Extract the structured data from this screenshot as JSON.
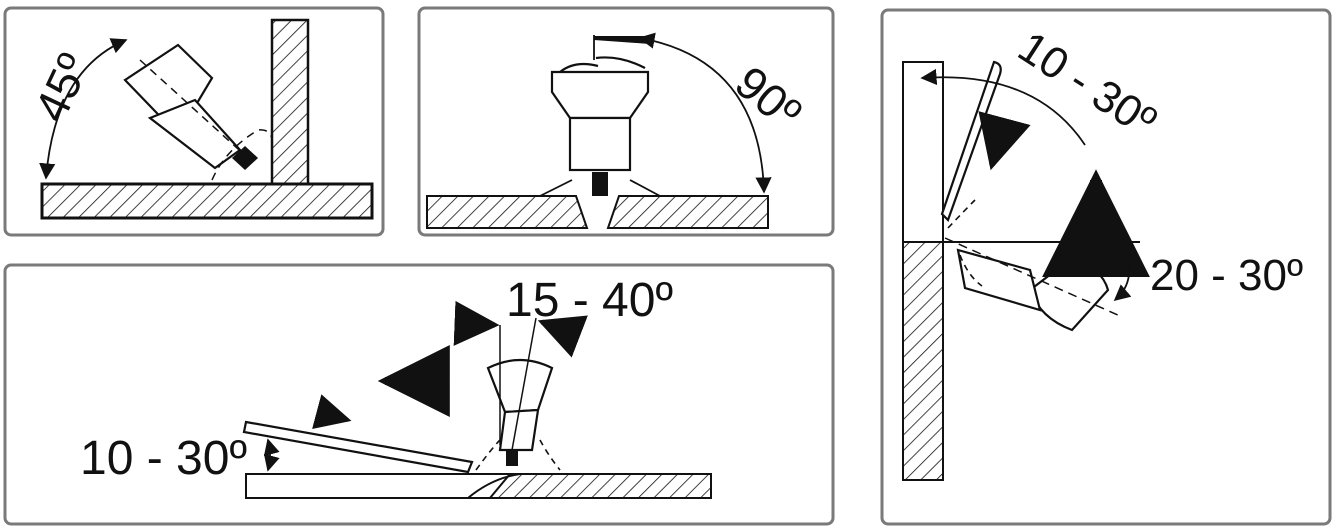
{
  "panels": {
    "fillet": {
      "angle_label": "45º"
    },
    "butt": {
      "angle_label": "90º"
    },
    "flat": {
      "work_angle_label": "15 - 40º",
      "rod_angle_label": "10 - 30º"
    },
    "vertical": {
      "rod_angle_label": "10 - 30º",
      "torch_angle_label": "20 - 30º"
    }
  },
  "colors": {
    "line": "#111111",
    "frame": "#777777",
    "background": "#ffffff"
  }
}
